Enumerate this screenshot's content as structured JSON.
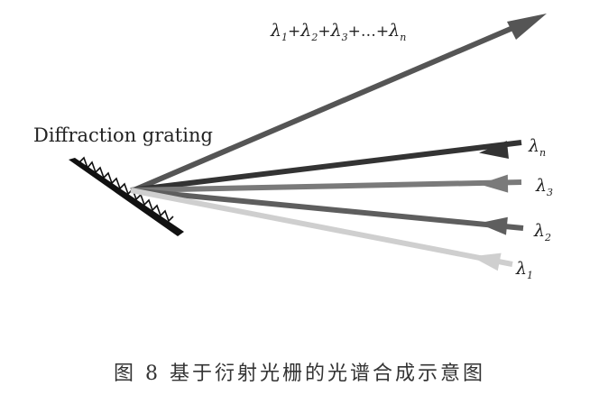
{
  "grating_label": "Diffraction grating",
  "combined_label": {
    "parts": [
      {
        "text": "λ",
        "sub": "1",
        "sep": "+"
      },
      {
        "text": "λ",
        "sub": "2",
        "sep": "+"
      },
      {
        "text": "λ",
        "sub": "3",
        "sep": "+…+"
      },
      {
        "text": "λ",
        "sub": "n",
        "sep": ""
      }
    ]
  },
  "rays": [
    {
      "symbol": "λ",
      "sub": "n",
      "color": "#333333"
    },
    {
      "symbol": "λ",
      "sub": "3",
      "color": "#7a7a7a"
    },
    {
      "symbol": "λ",
      "sub": "2",
      "color": "#5e5e5e"
    },
    {
      "symbol": "λ",
      "sub": "1",
      "color": "#cfcfcf"
    }
  ],
  "combined_ray_color": "#555555",
  "caption": "图 8 基于衍射光栅的光谱合成示意图"
}
